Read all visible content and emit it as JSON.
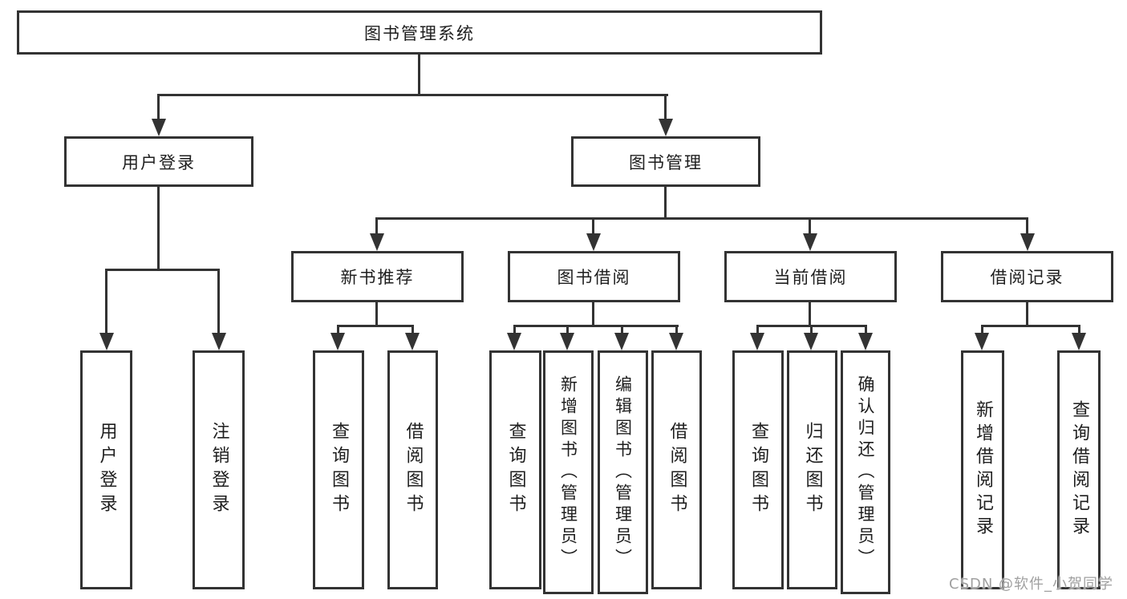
{
  "diagram": {
    "title": "图书管理系统",
    "level2": {
      "user_login": "用户登录",
      "book_management": "图书管理"
    },
    "level3": {
      "new_book_recommend": "新书推荐",
      "book_borrow": "图书借阅",
      "current_borrow": "当前借阅",
      "borrow_record": "借阅记录"
    },
    "leaves": {
      "user_login": [
        "用户登录",
        "注销登录"
      ],
      "new_book_recommend": [
        "查询图书",
        "借阅图书"
      ],
      "book_borrow": [
        "查询图书",
        "新增图书（管理员）",
        "编辑图书（管理员）",
        "借阅图书"
      ],
      "current_borrow": [
        "查询图书",
        "归还图书",
        "确认归还（管理员）"
      ],
      "borrow_record": [
        "新增借阅记录",
        "查询借阅记录"
      ]
    }
  },
  "watermark": {
    "text": "CSDN @软件_小贺同学"
  },
  "colors": {
    "line": "#333333",
    "text": "#1e1e1e",
    "background": "#ffffff",
    "watermark": "#a0a0a0"
  }
}
